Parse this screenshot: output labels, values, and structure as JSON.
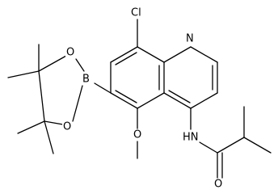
{
  "diagram": {
    "type": "chemical-structure",
    "atom_labels": {
      "chlorine": "Cl",
      "ring_nitrogen": "N",
      "amide_nitrogen": "HN",
      "amide_oxygen": "O",
      "methoxy_oxygen": "O",
      "boronate_oxygen_upper": "O",
      "boronate_oxygen_lower": "O",
      "boron": "B"
    }
  }
}
